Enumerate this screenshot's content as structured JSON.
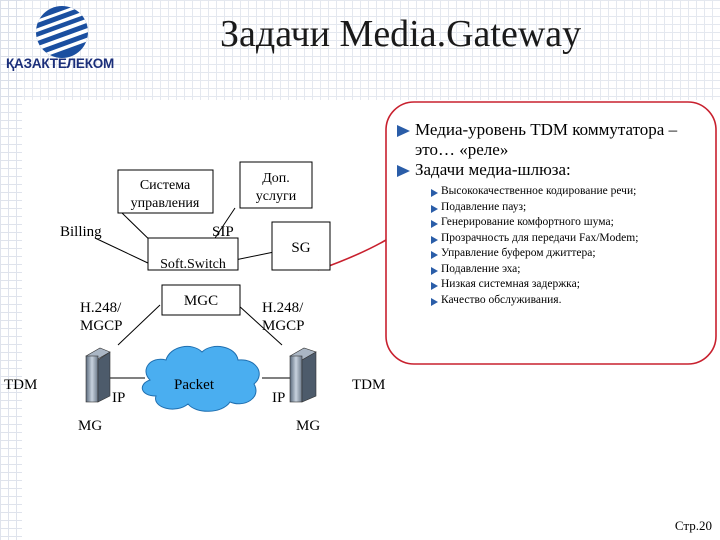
{
  "title": "Задачи  Media.Gateway",
  "logo": {
    "text": "ҚАЗАКТЕЛЕКОМ"
  },
  "diagram": {
    "nodes": {
      "system_control": [
        "Система",
        "управления"
      ],
      "extra_services": [
        "Доп.",
        "услуги"
      ],
      "billing": "Billing",
      "sip": "SIP",
      "sg": "SG",
      "softswitch": "Soft.Switch",
      "mgc": "MGC",
      "h248_left": [
        "H.248/",
        "MGCP"
      ],
      "h248_right": [
        "H.248/",
        "MGCP"
      ],
      "tdm_left": "TDM",
      "tdm_right": "TDM",
      "ip_left": "IP",
      "ip_right": "IP",
      "packet": "Packet",
      "mg_left": "MG",
      "mg_right": "MG"
    }
  },
  "callout": {
    "items": [
      "Медиа-уровень TDM коммутатора – это… «реле»",
      "Задачи медиа-шлюза:"
    ],
    "subitems": [
      "Высококачественное кодирование речи;",
      "Подавление пауз;",
      "Генерирование комфортного шума;",
      "Прозрачность для передачи Fax/Modem;",
      "Управление буфером джиттера;",
      "Подавление эха;",
      "Низкая системная задержка;",
      "Качество обслуживания."
    ]
  },
  "colors": {
    "accent": "#c8202e",
    "bullet": "#2a5da8",
    "logo": "#1b2f7a",
    "cloud": "#3aa0e0"
  },
  "page": "Стр.20"
}
